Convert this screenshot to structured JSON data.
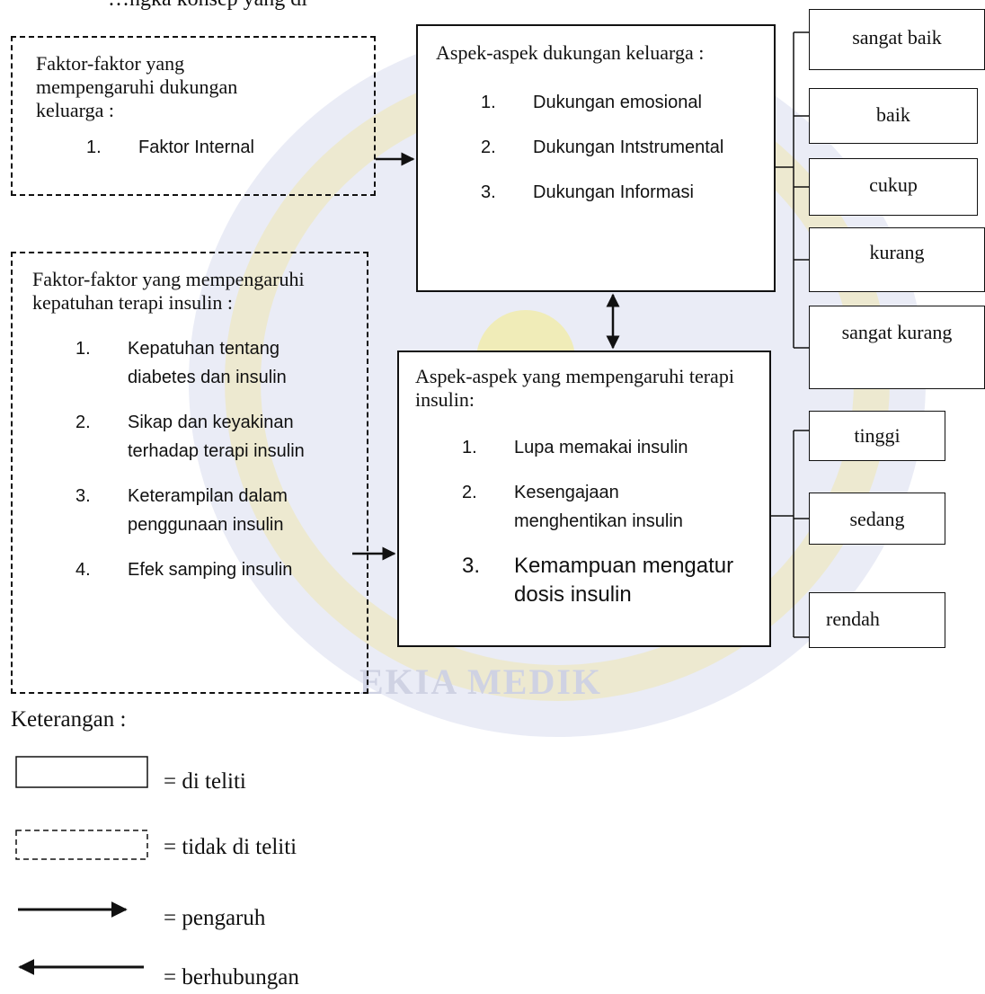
{
  "header": {
    "fragment": "…ngka konsep yang di"
  },
  "factors_family": {
    "title": "Faktor-faktor yang mempengaruhi dukungan keluarga :",
    "items": [
      {
        "num": "1.",
        "text": "Faktor Internal"
      }
    ]
  },
  "family_support": {
    "title": "Aspek-aspek dukungan keluarga :",
    "items": [
      {
        "num": "1.",
        "text": "Dukungan emosional"
      },
      {
        "num": "2.",
        "text": "Dukungan Intstrumental"
      },
      {
        "num": "3.",
        "text": "Dukungan Informasi"
      }
    ]
  },
  "factors_compliance": {
    "title": "Faktor-faktor yang mempengaruhi kepatuhan terapi insulin :",
    "items": [
      {
        "num": "1.",
        "text": "Kepatuhan tentang diabetes dan insulin"
      },
      {
        "num": "2.",
        "text": "Sikap dan keyakinan terhadap terapi insulin"
      },
      {
        "num": "3.",
        "text": "Keterampilan dalam penggunaan insulin"
      },
      {
        "num": "4.",
        "text": "Efek samping insulin"
      }
    ]
  },
  "insulin_aspects": {
    "title": "Aspek-aspek yang mempengaruhi terapi insulin:",
    "items": [
      {
        "num": "1.",
        "text": "Lupa memakai insulin"
      },
      {
        "num": "2.",
        "text": "Kesengajaan menghentikan insulin"
      },
      {
        "num": "3.",
        "text": "Kemampuan mengatur dosis insulin"
      }
    ]
  },
  "support_levels": [
    "sangat baik",
    "baik",
    "cukup",
    "kurang",
    "sangat kurang"
  ],
  "compliance_levels": [
    "tinggi",
    "sedang",
    "rendah"
  ],
  "legend": {
    "title": "Keterangan :",
    "studied": "= di teliti",
    "not_studied": "= tidak di teliti",
    "influence": "= pengaruh",
    "related": "= berhubungan"
  },
  "watermark": {
    "text": "EKIA MEDIK"
  }
}
